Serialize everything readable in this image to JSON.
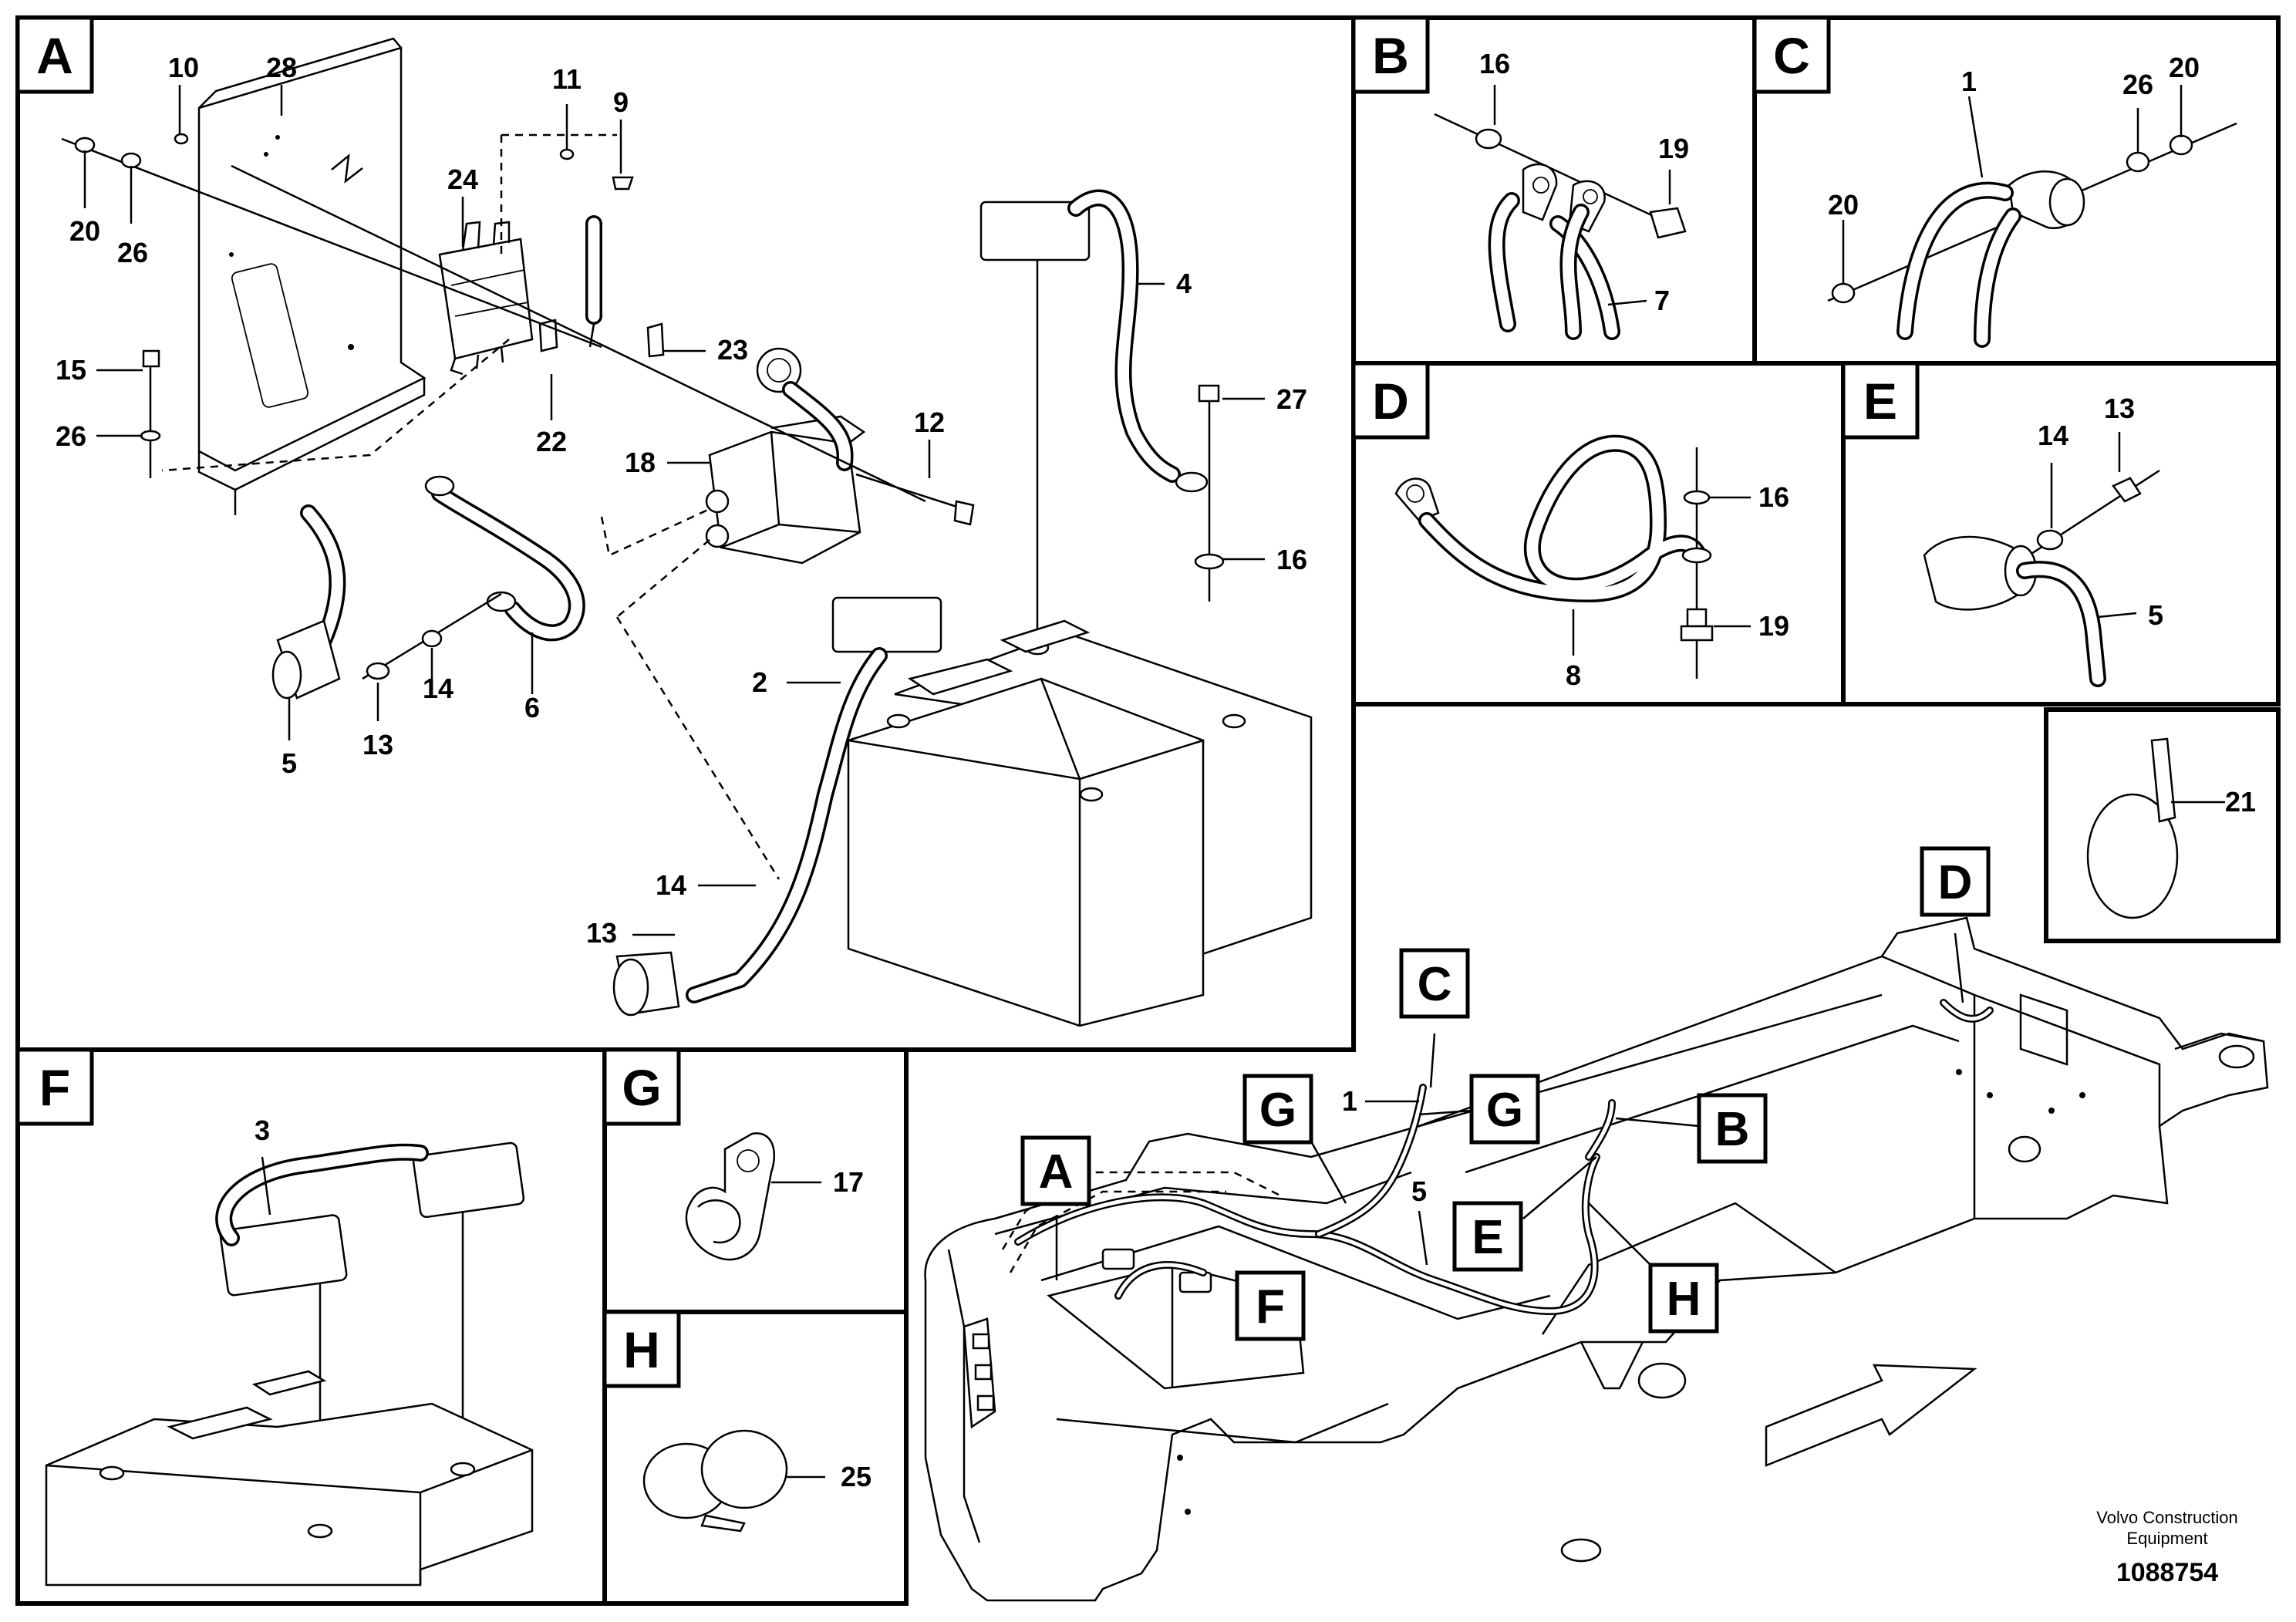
{
  "panels": [
    {
      "letter": "A"
    },
    {
      "letter": "B"
    },
    {
      "letter": "C"
    },
    {
      "letter": "D"
    },
    {
      "letter": "E"
    },
    {
      "letter": "F"
    },
    {
      "letter": "G"
    },
    {
      "letter": "H"
    }
  ],
  "overview_callouts": [
    "A",
    "B",
    "C",
    "D",
    "E",
    "F",
    "G",
    "G",
    "H"
  ],
  "part_labels": {
    "a": [
      "10",
      "28",
      "11",
      "9",
      "20",
      "26",
      "24",
      "23",
      "22",
      "15",
      "26",
      "18",
      "12",
      "4",
      "27",
      "16",
      "5",
      "13",
      "14",
      "6",
      "2",
      "14",
      "13"
    ],
    "b": [
      "16",
      "19",
      "7"
    ],
    "c": [
      "1",
      "26",
      "20",
      "20"
    ],
    "d": [
      "16",
      "19",
      "8"
    ],
    "e": [
      "13",
      "14",
      "5"
    ],
    "f": [
      "3"
    ],
    "g": [
      "17"
    ],
    "h": [
      "25"
    ],
    "clip": [
      "21"
    ],
    "overview": [
      "1",
      "5"
    ]
  },
  "footer": {
    "company_line1": "Volvo Construction",
    "company_line2": "Equipment",
    "drawing_number": "1088754"
  }
}
